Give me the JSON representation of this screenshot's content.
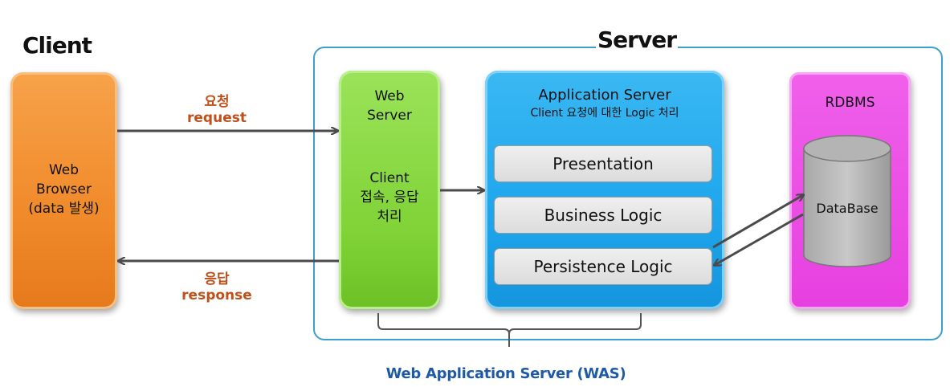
{
  "client": {
    "title": "Client",
    "browser_line1": "Web",
    "browser_line2": "Browser",
    "browser_line3": "(data 발생)"
  },
  "server": {
    "title": "Server",
    "web_server": {
      "title_line1": "Web",
      "title_line2": "Server",
      "desc_line1": "Client",
      "desc_line2": "접속, 응답",
      "desc_line3": "처리"
    },
    "app_server": {
      "title": "Application Server",
      "subtitle": "Client 요청에 대한 Logic 처리",
      "layers": [
        "Presentation",
        "Business Logic",
        "Persistence Logic"
      ]
    },
    "rdbms": {
      "title": "RDBMS",
      "database": "DataBase"
    }
  },
  "flows": {
    "request_ko": "요청",
    "request_en": "request",
    "response_ko": "응답",
    "response_en": "response"
  },
  "was_label": "Web Application Server (WAS)",
  "colors": {
    "client_box": "#f08a2a",
    "web_server_box": "#7fd236",
    "app_server_box": "#1ea6ec",
    "rdbms_box": "#e640e0",
    "arrow_label": "#c0501a",
    "was_label": "#1f5aa8",
    "server_frame": "#3aa0d0"
  }
}
